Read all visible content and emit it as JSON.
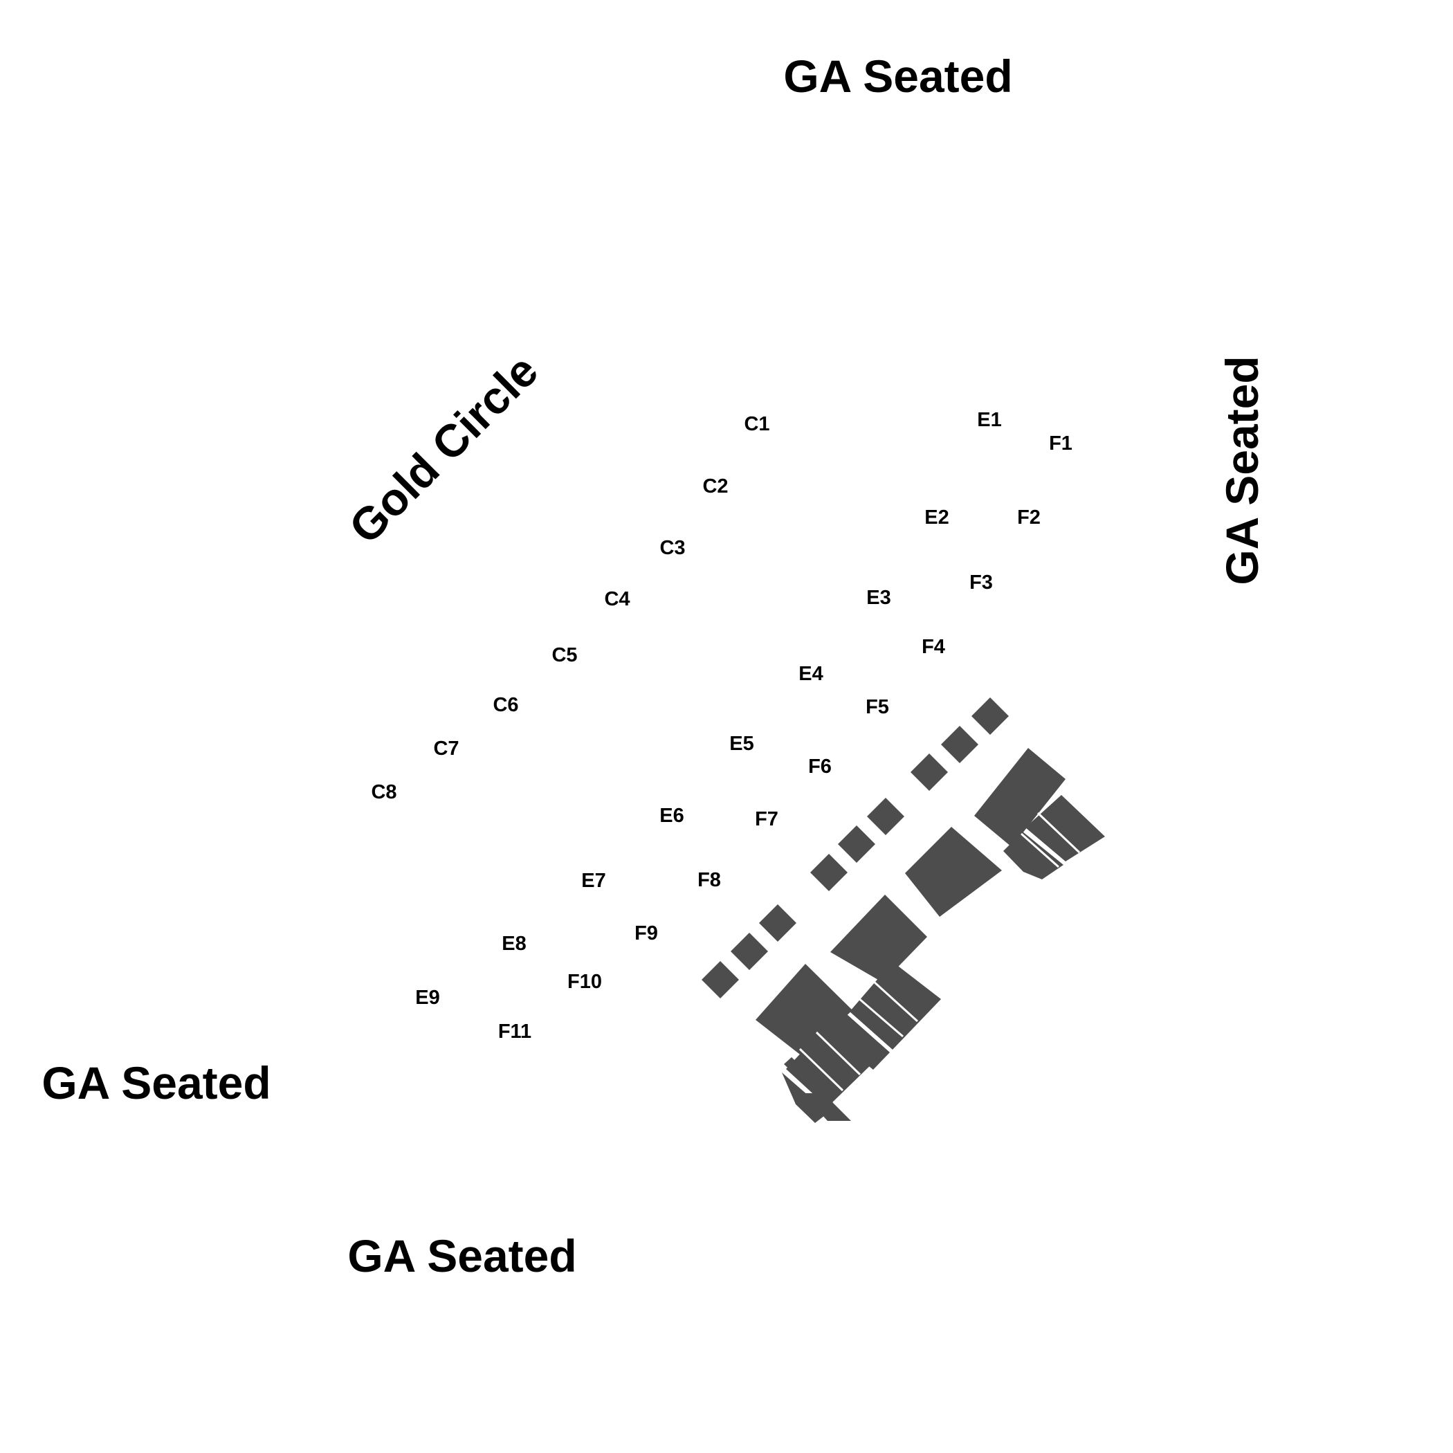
{
  "map": {
    "zones": {
      "ga_top": "GA Seated",
      "ga_right": "GA Seated",
      "ga_left": "GA Seated",
      "ga_bottom": "GA Seated",
      "gold_circle": "Gold Circle"
    },
    "sections": {
      "c1": "C1",
      "c2": "C2",
      "c3": "C3",
      "c4": "C4",
      "c5": "C5",
      "c6": "C6",
      "c7": "C7",
      "c8": "C8",
      "e1": "E1",
      "e2": "E2",
      "e3": "E3",
      "e4": "E4",
      "e5": "E5",
      "e6": "E6",
      "e7": "E7",
      "e8": "E8",
      "e9": "E9",
      "f1": "F1",
      "f2": "F2",
      "f3": "F3",
      "f4": "F4",
      "f5": "F5",
      "f6": "F6",
      "f7": "F7",
      "f8": "F8",
      "f9": "F9",
      "f10": "F10",
      "f11": "F11"
    },
    "colors": {
      "block": "#4d4d4d",
      "background": "#ffffff",
      "text": "#000000"
    }
  }
}
